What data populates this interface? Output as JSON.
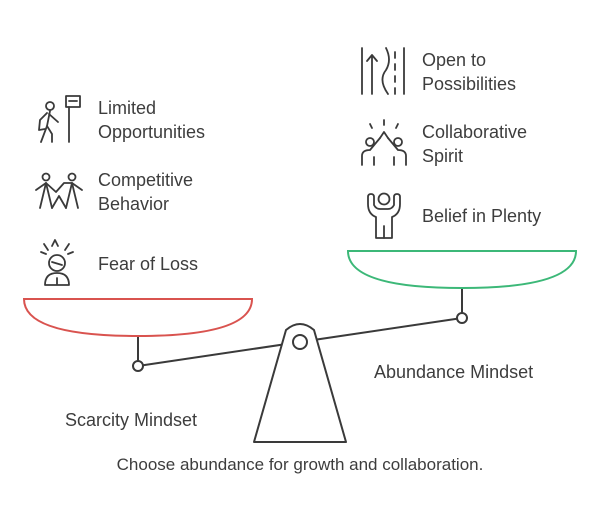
{
  "left_side": {
    "title": "Scarcity Mindset",
    "items": [
      {
        "label_line1": "Limited",
        "label_line2": "Opportunities",
        "icon": "hiker-signpost-icon"
      },
      {
        "label_line1": "Competitive",
        "label_line2": "Behavior",
        "icon": "competing-people-icon"
      },
      {
        "label_line1": "Fear of Loss",
        "label_line2": "",
        "icon": "stressed-person-icon"
      }
    ],
    "pan_color": "#d9534f"
  },
  "right_side": {
    "title": "Abundance Mindset",
    "items": [
      {
        "label_line1": "Open to",
        "label_line2": "Possibilities",
        "icon": "open-road-icon"
      },
      {
        "label_line1": "Collaborative",
        "label_line2": "Spirit",
        "icon": "high-five-icon"
      },
      {
        "label_line1": "Belief in Plenty",
        "label_line2": "",
        "icon": "cheering-person-icon"
      }
    ],
    "pan_color": "#3cb878"
  },
  "caption": "Choose abundance for growth and collaboration."
}
